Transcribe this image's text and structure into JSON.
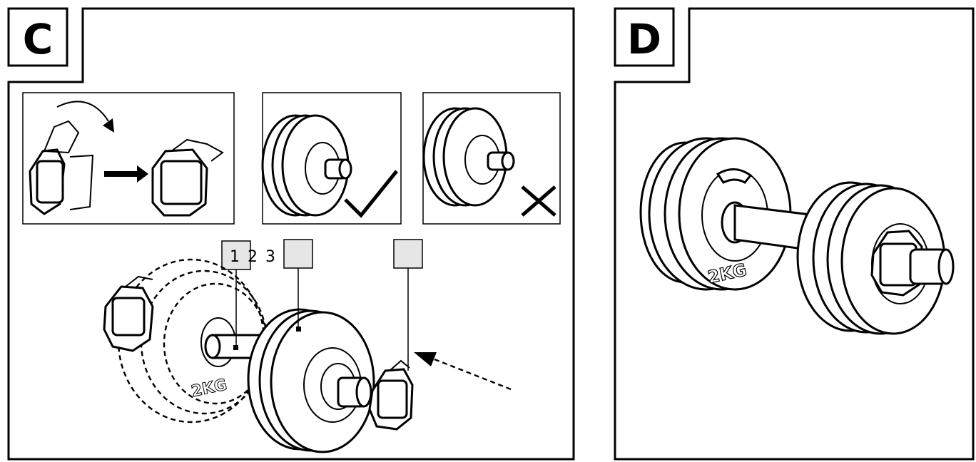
{
  "panels": [
    {
      "letter": "C"
    },
    {
      "letter": "D"
    }
  ],
  "callouts": [
    "1",
    "2",
    "3"
  ],
  "plate_marking": "2KG",
  "icons": {
    "correct": "checkmark-icon",
    "incorrect": "cross-icon",
    "direction": "arrow-right-icon"
  }
}
